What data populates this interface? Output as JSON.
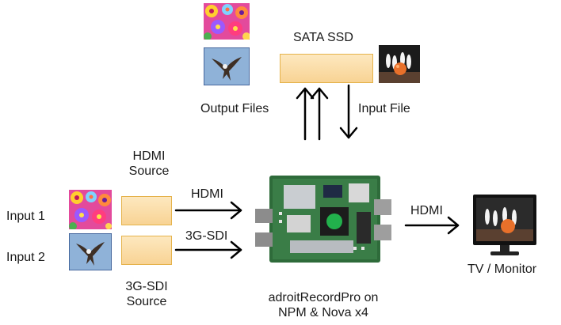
{
  "storage": {
    "title": "SATA SSD",
    "output_label": "Output Files",
    "input_label": "Input File"
  },
  "sources": {
    "hdmi_source": [
      "HDMI",
      "Source"
    ],
    "sdi_source": [
      "3G-SDI",
      "Source"
    ],
    "input1": "Input 1",
    "input2": "Input 2",
    "hdmi_link": "HDMI",
    "sdi_link": "3G-SDI"
  },
  "device": {
    "caption": [
      "adroitRecordPro on",
      "NPM & Nova x4"
    ]
  },
  "output": {
    "link": "HDMI",
    "display": "TV / Monitor"
  },
  "icons": {
    "flowers": "flowers-thumbnail-icon",
    "bird": "bird-thumbnail-icon",
    "bowling": "bowling-thumbnail-icon",
    "board": "circuit-board-image",
    "tv": "tv-monitor-icon"
  },
  "colors": {
    "box_fill": "#f8d394",
    "box_border": "#e5b24a",
    "arrow": "#000000",
    "thumb_border": "#2f4f8a"
  }
}
